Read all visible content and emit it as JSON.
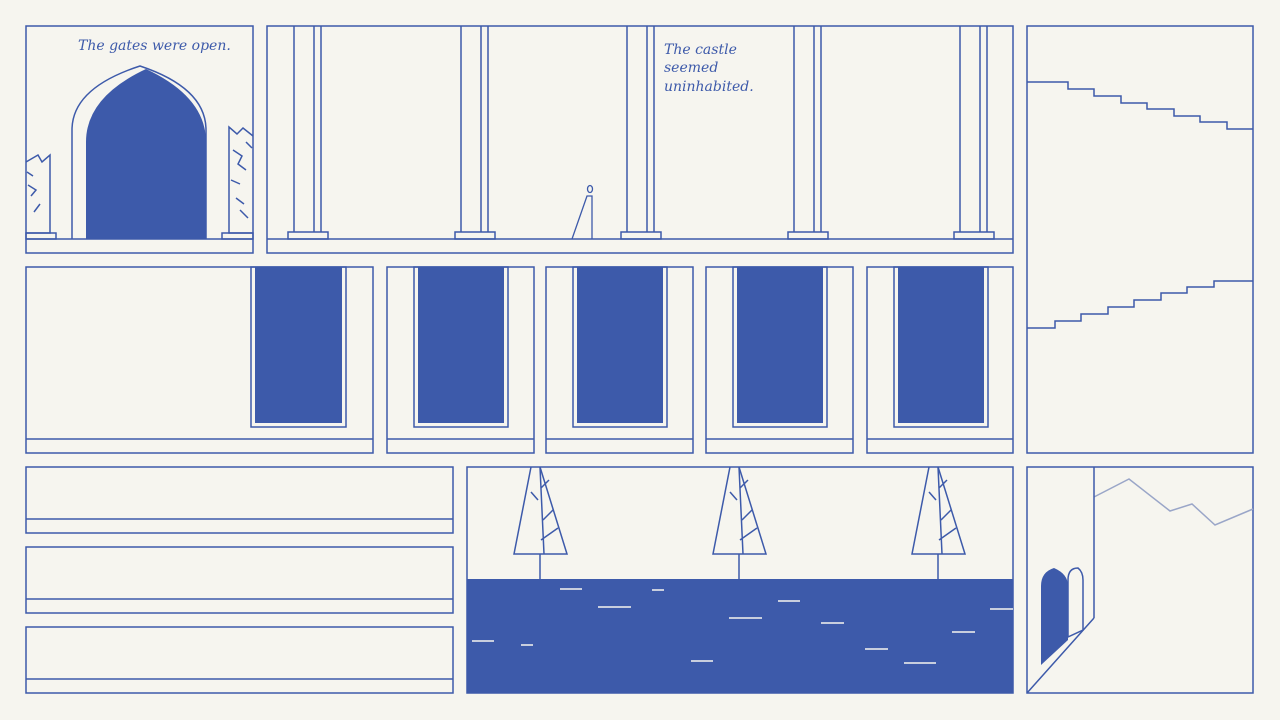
{
  "palette": {
    "background": "#f6f5ef",
    "ink": "#3d5aaa",
    "fill": "#3d5aaa",
    "mountain": "#9aa6c8"
  },
  "captions": {
    "gates": "The gates were open.",
    "castle_line1": "The castle",
    "castle_line2": "seemed",
    "castle_line3": "uninhabited."
  },
  "panels": {
    "gate": "gate-panel",
    "colonnade": "colonnade-panel",
    "stairs": "stairs-panel",
    "hall_wide": "window-hall-panel",
    "windows": "window-panel",
    "strips": "empty-strip-panel",
    "lake": "lake-panel",
    "tower": "tower-panel"
  }
}
